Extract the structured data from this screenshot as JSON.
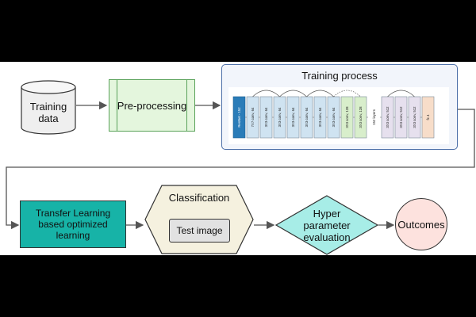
{
  "nodes": {
    "training_data": "Training\ndata",
    "preprocessing": "Pre-processing",
    "training_process": "Training process",
    "transfer_learning": "Transfer Learning\nbased optimized\nlearning",
    "classification": "Classification",
    "test_image": "Test image",
    "hyper_parameter": "Hyper\nparameter\nevaluation",
    "outcomes": "Outcomes"
  },
  "network_layers": [
    "ResNet - 152",
    "7X7 conv, 64",
    "3X3 conv, 64",
    "3X3 conv, 64",
    "3X3 conv, 64",
    "3X3 conv, 64",
    "3X3 conv, 64",
    "3X3 conv, 64",
    "3X3 conv, 128",
    "3X3 conv, 128",
    "152 layers",
    "3X3 conv, 512",
    "3X3 conv, 512",
    "3X3 conv, 512",
    "fc 4"
  ],
  "colors": {
    "preprocessing_fill": "#e4f6dd",
    "preprocessing_border": "#5aa25a",
    "training_fill": "#f2f5fb",
    "training_border": "#4c6fa8",
    "transfer_fill": "#17b3a7",
    "classification_fill": "#f5f1df",
    "hyper_fill": "#a7ede7",
    "outcomes_fill": "#fde2de",
    "resnet_block": "#2a7cb8",
    "conv_blue": "#cfe3f1",
    "conv_green": "#d8eecb",
    "conv_purple": "#e6e0ee",
    "fc_peach": "#f7ddc9",
    "arrow": "#555555"
  }
}
